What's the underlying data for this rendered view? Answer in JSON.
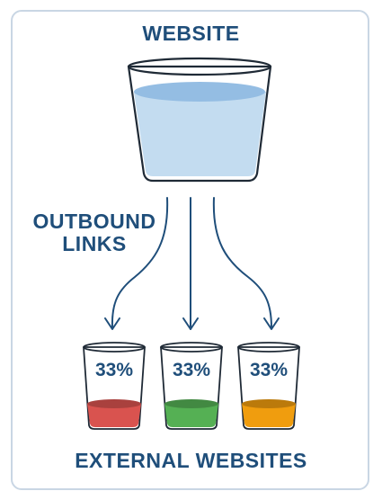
{
  "title": "WEBSITE",
  "outbound_label": [
    "OUTBOUND",
    "LINKS"
  ],
  "footer": "EXTERNAL WEBSITES",
  "glasses": [
    {
      "label": "33%",
      "color": "#d9534f"
    },
    {
      "label": "33%",
      "color": "#55b054"
    },
    {
      "label": "33%",
      "color": "#f09d0e"
    }
  ],
  "colors": {
    "text": "#1f4e7a",
    "water": "#c3dcf0",
    "water_top": "#94bde3",
    "glass_stroke": "#1f2a36",
    "border": "#c9d6e4"
  }
}
